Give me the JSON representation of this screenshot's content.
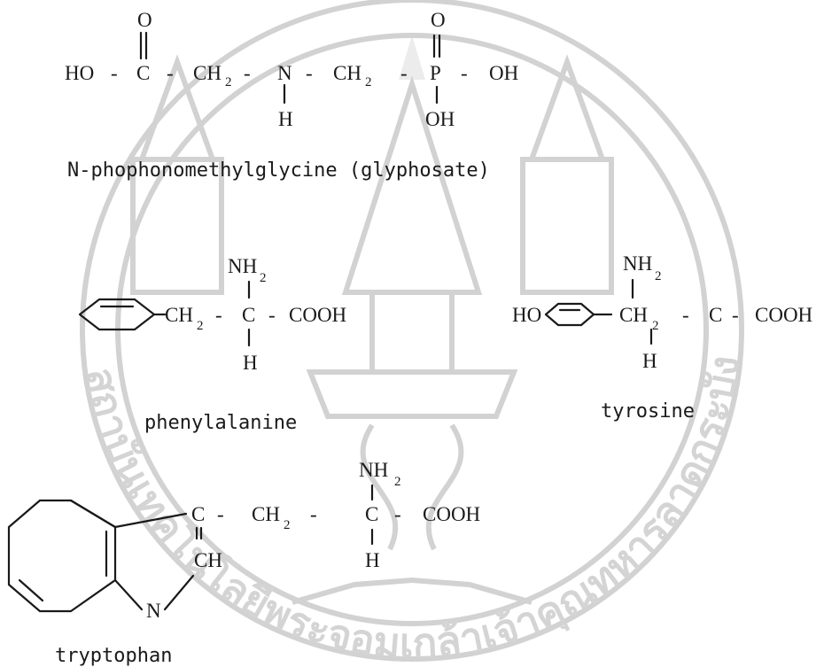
{
  "watermark": {
    "icon": "royal-seal-watermark-icon",
    "ring_text": "สถาบันเทคโนโลยีพระจอมเกล้าเจ้าคุณทหารลาดกระบัง",
    "color": "#d4d4d4"
  },
  "glyphosate": {
    "atoms": {
      "ho": "HO",
      "dash": "-",
      "c": "C",
      "o": "O",
      "ch": "CH",
      "two": "2",
      "n": "N",
      "h": "H",
      "p": "P",
      "oh": "OH"
    },
    "caption": "N-phophonomethylglycine (glyphosate)"
  },
  "phenylalanine": {
    "atoms": {
      "ch": "CH",
      "two": "2",
      "c": "C",
      "cooh": "COOH",
      "nh": "NH",
      "h": "H",
      "dash": "-"
    },
    "caption": "phenylalanine"
  },
  "tyrosine": {
    "atoms": {
      "ho": "HO",
      "ch": "CH",
      "two": "2",
      "c": "C",
      "cooh": "COOH",
      "nh": "NH",
      "h": "H",
      "dash": "-"
    },
    "caption": "tyrosine"
  },
  "tryptophan": {
    "atoms": {
      "c": "C",
      "ch": "CH",
      "two": "2",
      "cooh": "COOH",
      "nh": "NH",
      "h": "H",
      "n": "N",
      "dash": "-"
    },
    "caption": "tryptophan"
  }
}
